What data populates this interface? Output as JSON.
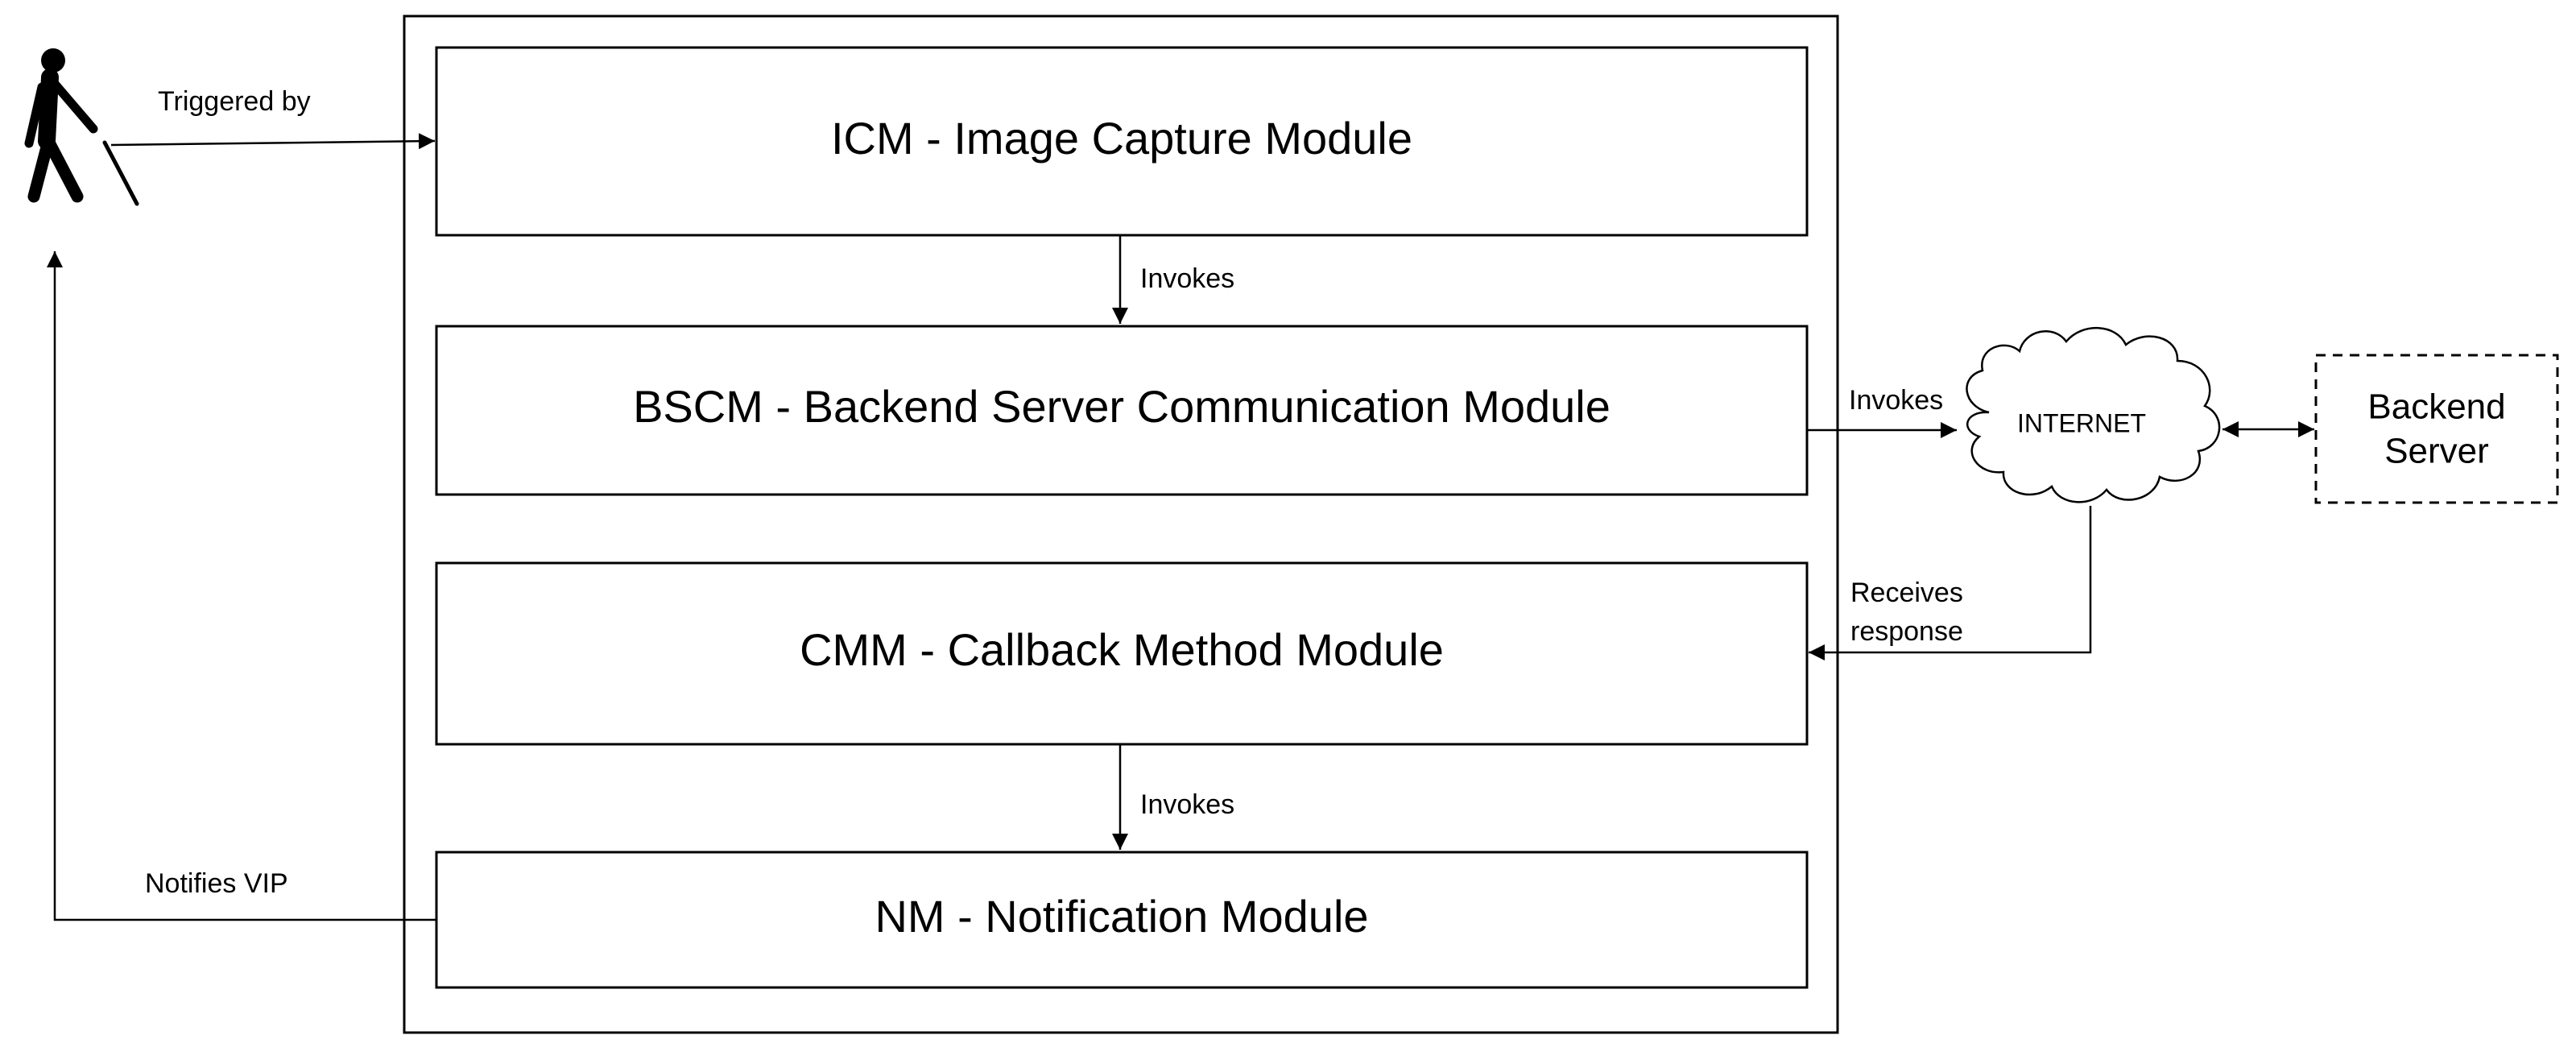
{
  "modules": {
    "icm": "ICM - Image Capture Module",
    "bscm": "BSCM - Backend Server Communication Module",
    "cmm": "CMM - Callback Method Module",
    "nm": "NM - Notification Module"
  },
  "edges": {
    "triggered_by": "Triggered by",
    "invokes_icm_bscm": "Invokes",
    "invokes_bscm_internet": "Invokes",
    "receives_response_line1": "Receives",
    "receives_response_line2": "response",
    "invokes_cmm_nm": "Invokes",
    "notifies_vip": "Notifies VIP"
  },
  "internet": {
    "label": "INTERNET"
  },
  "backend_server": {
    "line1": "Backend",
    "line2": "Server"
  },
  "actor": {
    "icon": "visually-impaired-person-icon"
  }
}
